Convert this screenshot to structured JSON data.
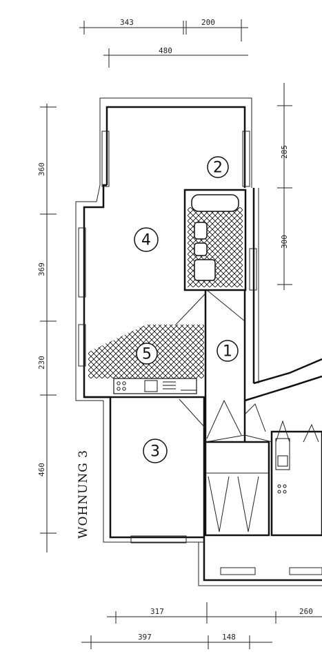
{
  "apartment_label": "WOHNUNG 3",
  "rooms": {
    "r1": "1",
    "r2": "2",
    "r3": "3",
    "r4": "4",
    "r5": "5"
  },
  "dimensions": {
    "top_a": "343",
    "top_b": "200",
    "top_total": "480",
    "left_a": "360",
    "left_b": "369",
    "left_c": "230",
    "left_d": "460",
    "right_a": "285",
    "right_b": "300",
    "bottom_a": "317",
    "bottom_b": "260",
    "bottom_c": "397",
    "bottom_d": "148"
  }
}
